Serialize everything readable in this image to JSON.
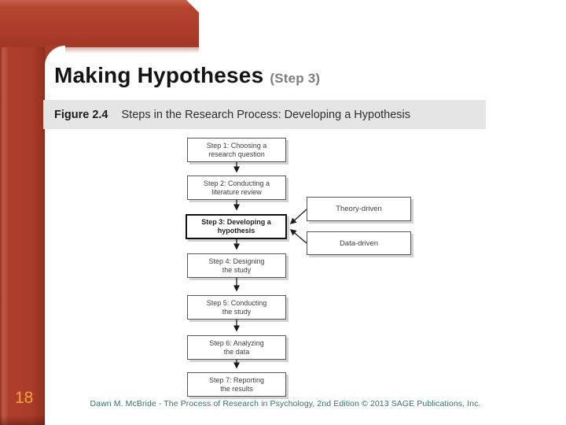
{
  "title": {
    "main": "Making Hypotheses",
    "suffix": "(Step 3)"
  },
  "figure": {
    "label": "Figure 2.4",
    "caption": "Steps in the Research Process: Developing a Hypothesis",
    "steps": [
      {
        "lines": [
          "Step 1: Choosing a",
          "research question"
        ]
      },
      {
        "lines": [
          "Step 2: Conducting a",
          "literature review"
        ]
      },
      {
        "lines": [
          "Step 3: Developing a",
          "hypothesis"
        ],
        "highlighted": true
      },
      {
        "lines": [
          "Step 4: Designing",
          "the study"
        ]
      },
      {
        "lines": [
          "Step 5: Conducting",
          "the study"
        ]
      },
      {
        "lines": [
          "Step 6: Analyzing",
          "the data"
        ]
      },
      {
        "lines": [
          "Step 7: Reporting",
          "the results"
        ]
      }
    ],
    "side_boxes": [
      {
        "label": "Theory-driven"
      },
      {
        "label": "Data-driven"
      }
    ]
  },
  "footer": {
    "page_number": "18",
    "credit": "Dawn M. McBride - The Process of Research in Psychology, 2nd Edition © 2013 SAGE Publications, Inc."
  },
  "colors": {
    "accent_red": "#AC3D2B",
    "caption_bar_gray": "#E5E5E5",
    "page_number_orange": "#F2A33C",
    "credit_teal": "#337070",
    "title_step_gray": "#7D7D7D"
  }
}
